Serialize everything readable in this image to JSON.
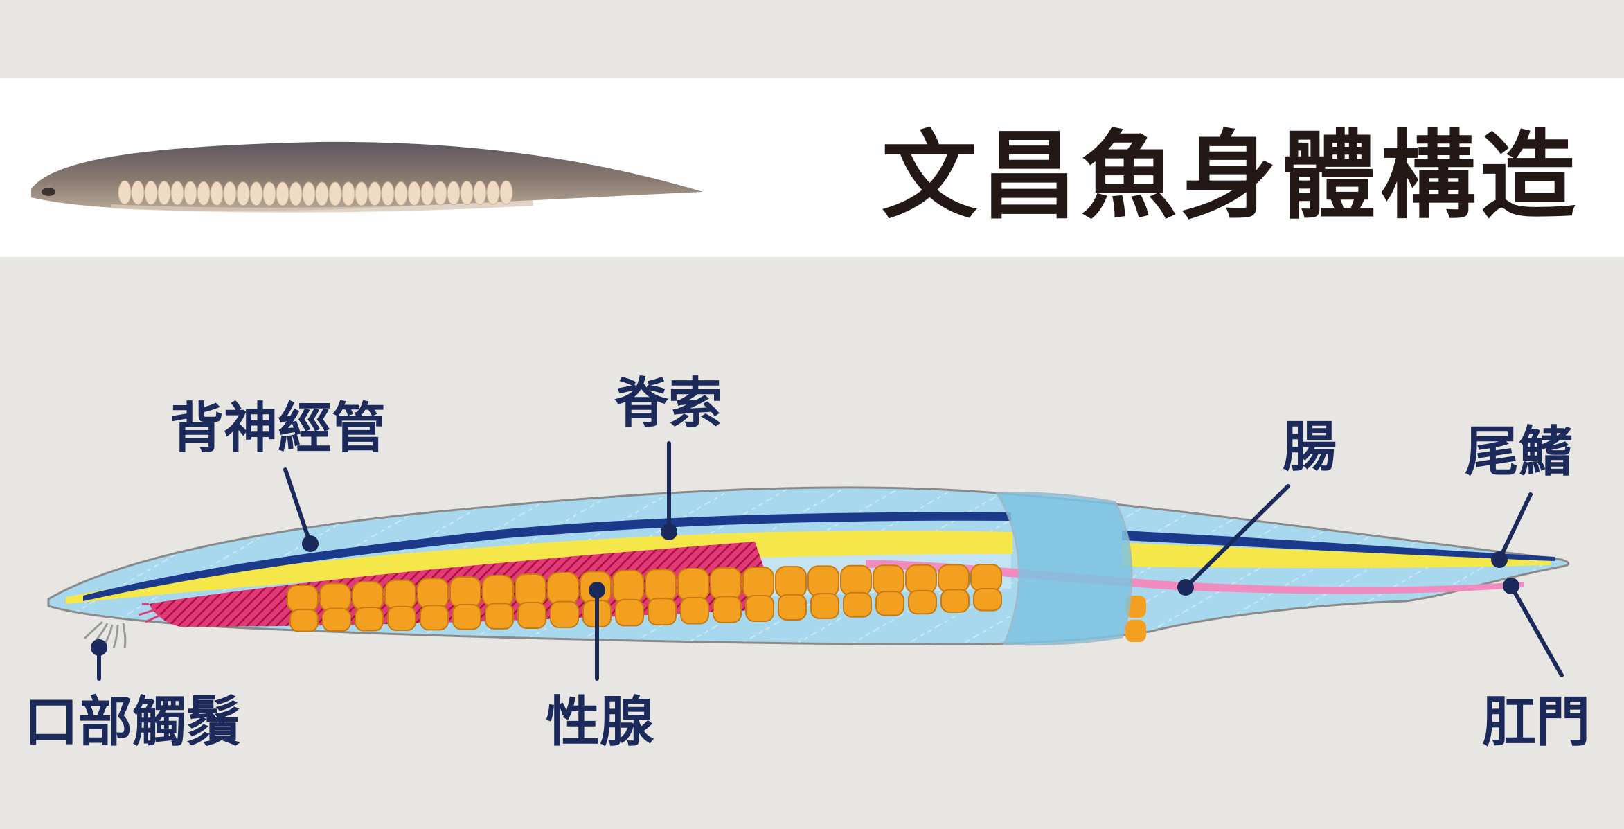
{
  "title": "文昌魚身體構造",
  "labels": {
    "dorsal_nerve_cord": "背神經管",
    "notochord": "脊索",
    "intestine": "腸",
    "tail_fin": "尾鰭",
    "oral_cirri": "口部觸鬚",
    "gonads": "性腺",
    "anus": "肛門"
  },
  "colors": {
    "label_text": "#1b2a5a",
    "nerve_cord": "#1b3a8c",
    "notochord": "#f5e64a",
    "body_fill": "#a8d8ee",
    "gonad": "#f3a020",
    "gonad_stripes": "#c81e5a",
    "intestine": "#f08cc0",
    "photo_body": "#7d6a64",
    "photo_gonads": "#f0dcc4"
  }
}
